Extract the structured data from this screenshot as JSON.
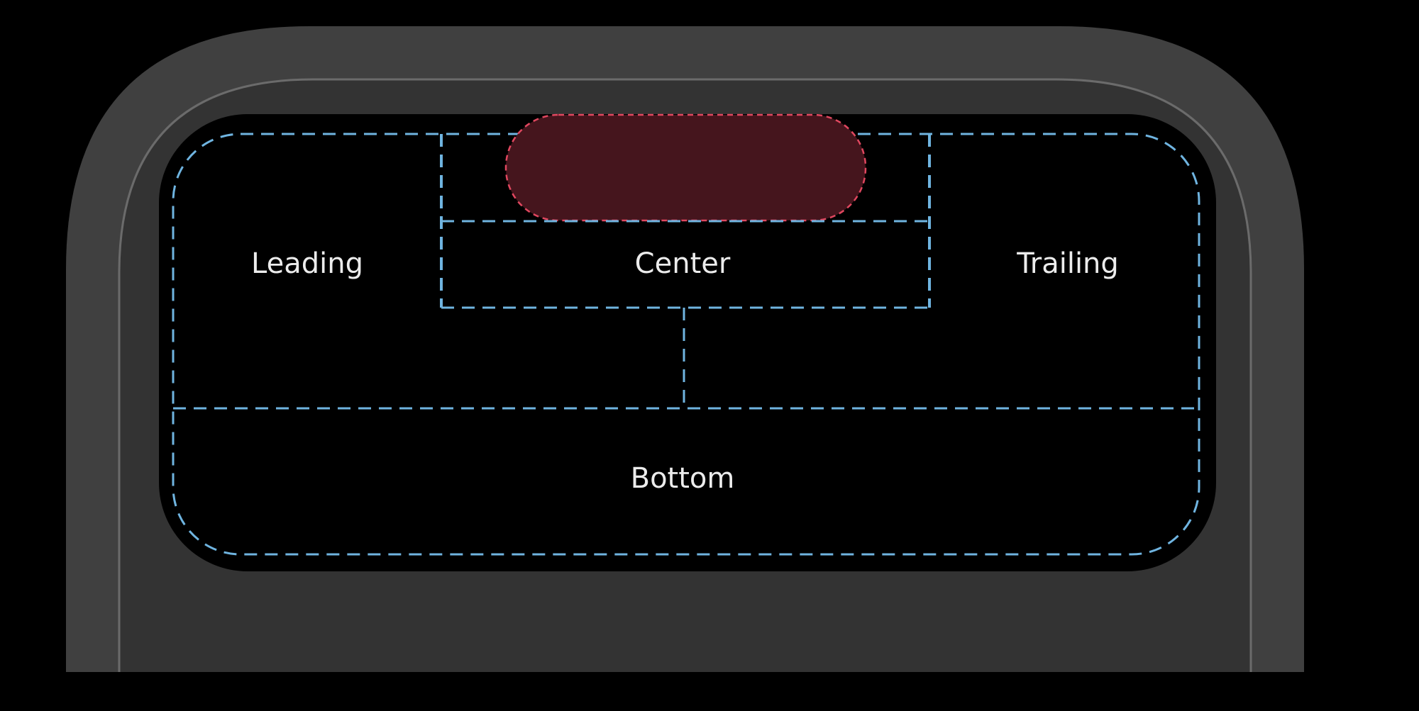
{
  "regions": {
    "leading": "Leading",
    "center": "Center",
    "trailing": "Trailing",
    "bottom": "Bottom"
  },
  "colors": {
    "background": "#000000",
    "device_frame": "#404040",
    "bezel": "#333333",
    "frame_edge": "#6b6b6b",
    "screen": "#000000",
    "region_outline": "#6fb4e0",
    "dynamic_island_fill": "#45151d",
    "dynamic_island_outline": "#e0475f",
    "label_text": "#ececec"
  }
}
